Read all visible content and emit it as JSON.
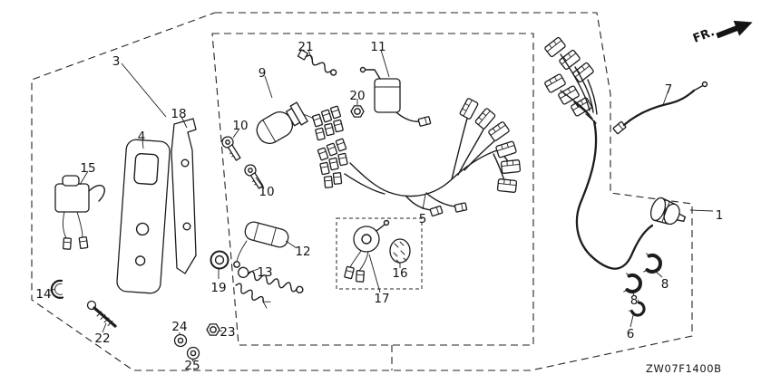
{
  "diagram": {
    "code": "ZW07F1400B",
    "front_label": "FR.",
    "colors": {
      "line": "#1d1d1d",
      "background": "#ffffff"
    },
    "callouts": [
      {
        "id": "3"
      },
      {
        "id": "21"
      },
      {
        "id": "11"
      },
      {
        "id": "9"
      },
      {
        "id": "20"
      },
      {
        "id": "7"
      },
      {
        "id": "18"
      },
      {
        "id": "10"
      },
      {
        "id": "4"
      },
      {
        "id": "15"
      },
      {
        "id": "10"
      },
      {
        "id": "1"
      },
      {
        "id": "5"
      },
      {
        "id": "12"
      },
      {
        "id": "16"
      },
      {
        "id": "13"
      },
      {
        "id": "19"
      },
      {
        "id": "8"
      },
      {
        "id": "14"
      },
      {
        "id": "17"
      },
      {
        "id": "8"
      },
      {
        "id": "24"
      },
      {
        "id": "23"
      },
      {
        "id": "6"
      },
      {
        "id": "22"
      },
      {
        "id": "25"
      }
    ]
  }
}
